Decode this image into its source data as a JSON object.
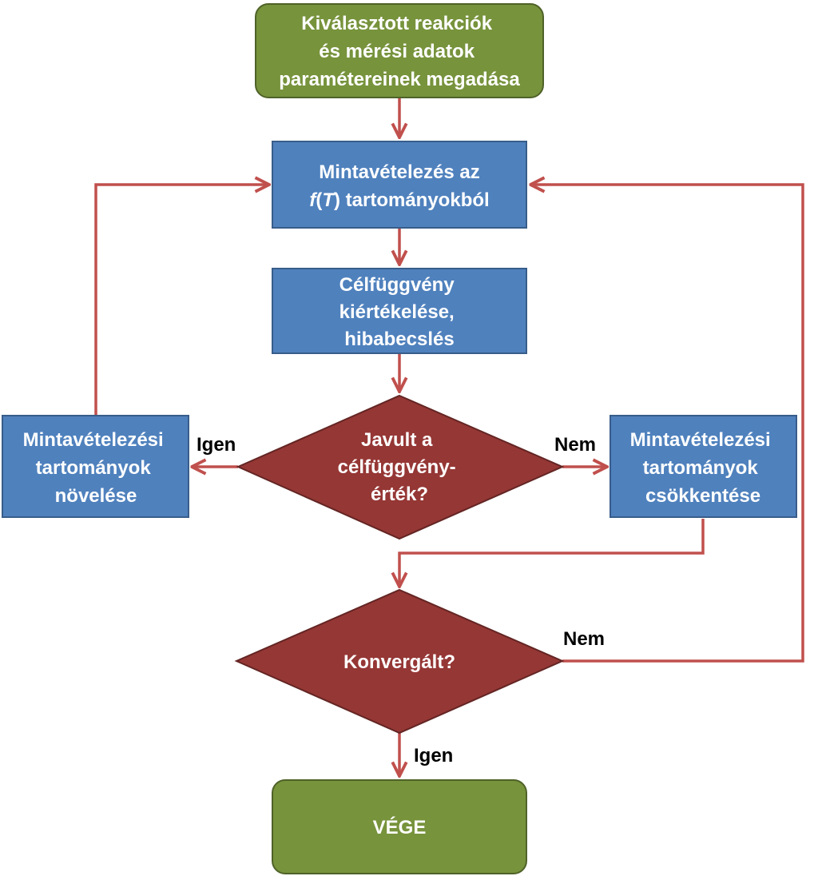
{
  "colors": {
    "start_end_fill": "#77933c",
    "process_fill": "#4f81bd",
    "decision_fill": "#953735",
    "arrow": "#c0504d",
    "node_text": "#ffffff",
    "label_text": "#000000"
  },
  "nodes": {
    "start": {
      "lines": [
        "Kiválasztott reakciók",
        "és mérési adatok",
        "paramétereinek megadása"
      ]
    },
    "sampling": {
      "line1": "Mintavételezés az",
      "line2_italic_f": "f",
      "line2_open": "(",
      "line2_italic_T": "T",
      "line2_close": ")",
      "line2_rest": " tartományokból"
    },
    "evaluate": {
      "lines": [
        "Célfüggvény",
        "kiértékelése,",
        "hibabecslés"
      ]
    },
    "improved": {
      "lines": [
        "Javult a",
        "célfüggvény-",
        "érték?"
      ]
    },
    "increase": {
      "lines": [
        "Mintavételezési",
        "tartományok",
        "növelése"
      ]
    },
    "decrease": {
      "lines": [
        "Mintavételezési",
        "tartományok",
        "csökkentése"
      ]
    },
    "converged": {
      "lines": [
        "Konvergált?"
      ]
    },
    "end": {
      "lines": [
        "VÉGE"
      ]
    }
  },
  "edge_labels": {
    "improved_yes": "Igen",
    "improved_no": "Nem",
    "converged_no": "Nem",
    "converged_yes": "Igen"
  }
}
